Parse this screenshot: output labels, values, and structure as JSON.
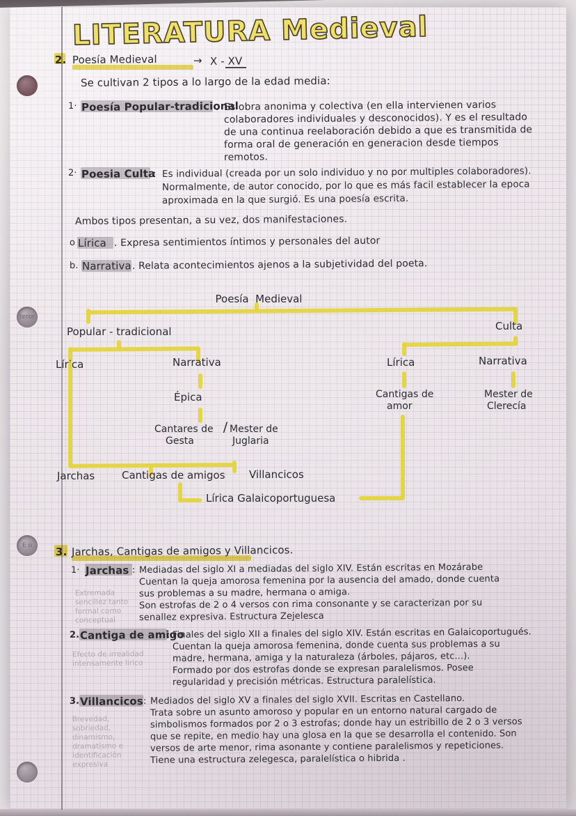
{
  "document": {
    "title": "LITERATURA Medieval",
    "title_part1": "L",
    "title_part1_rest": "ITERATURA",
    "title_part2": "M",
    "title_part2_rest": "edieval",
    "language": "Spanish",
    "paper": "grid / graph notebook page",
    "accent_highlighter": "#eada4a",
    "accent_gray_highlighter": "#a9a3a9",
    "ink_color": "#2c2b31"
  },
  "section2": {
    "number": "2.",
    "heading": "Poesía Medieval",
    "arrow": "→",
    "centuries": "X - XV",
    "intro": "Se cultivan 2 tipos a lo largo de la edad media:",
    "items": [
      {
        "marker": "1·",
        "term": "Poesía Popular-tradicional",
        "separator": ".",
        "lines": [
          "Es obra anonima y colectiva (en ella intervienen varios",
          "colaboradores individuales y desconocidos). Y es el resultado",
          "de una continua reelaboración debido a que es transmitida de",
          "forma oral de generación en generacion desde tiempos",
          "remotos."
        ]
      },
      {
        "marker": "2·",
        "term": "Poesia Culta",
        "separator": ":",
        "lines": [
          "Es individual (creada por un solo individuo y no por multiples colaboradores).",
          "Normalmente, de autor conocido, por lo que es más facil establecer la epoca",
          "aproximada en la que surgió. Es una poesía escrita."
        ]
      }
    ],
    "both_types_note": "Ambos tipos presentan, a su vez, dos manifestaciones.",
    "manifestations": [
      {
        "marker": "o",
        "term": "Lírica",
        "text": ". Expresa sentimientos íntimos y personales del autor"
      },
      {
        "marker": "b.",
        "term": "Narrativa",
        "text": ". Relata acontecimientos ajenos a la subjetividad del poeta."
      }
    ]
  },
  "diagram": {
    "root": "Poesía  Medieval",
    "nodes": {
      "popular": "Popular - tradicional",
      "culta": "Culta",
      "lirica_popular": "Lírica",
      "narrativa_popular": "Narrativa",
      "epica": "Épica",
      "cantares": "Cantares de /Mester de\n  Gesta      /  Juglaria",
      "cantares_left": "Cantares de",
      "cantares_left2": "Gesta",
      "cantares_right": "Mester de",
      "cantares_right2": "Juglaria",
      "jarchas": "Jarchas",
      "cantigas_amigos": "Cantigas de amigos",
      "villancicos": "Villancicos",
      "lirica_galaico": "Lírica Galaicoportuguesa",
      "lirica_culta": "Lírica",
      "narrativa_culta": "Narrativa",
      "cantigas_amor": "Cantigas de",
      "cantigas_amor2": "amor",
      "mester_clerecia": "Mester de",
      "mester_clerecia2": "Clerecía"
    }
  },
  "section3": {
    "number": "3.",
    "heading": "Jarchas, Cantigas de amigos y Villancicos.",
    "entries": [
      {
        "marker": "1·",
        "term": "Jarchas",
        "separator": ":",
        "lines": [
          "Mediadas del siglo XI a mediadas del siglo XIV. Están escritas en Mozárabe",
          "Cuentan la queja amorosa femenina por la ausencia del amado, donde cuenta",
          "sus problemas a su madre, hermana o amiga.",
          "Son estrofas de 2 o 4 versos con rima consonante y se caracterizan por su",
          "senallez expresiva. Estructura Zejelesca"
        ],
        "margin_note": "Extremada\nsencillez tanto\nformal como\nconceptual"
      },
      {
        "marker": "2.",
        "term": "Cantiga de amigo",
        "separator": ":",
        "lines": [
          "Finales del siglo XII a finales del siglo XIV. Están escritas en Galaicoportugués.",
          "Cuentan la queja amorosa femenina, donde cuenta sus problemas a su",
          "madre, hermana, amiga y la naturaleza (árboles, pájaros, etc...).",
          "Formado por dos estrofas donde se expresan paralelismos. Posee",
          "regularidad y precisión métricas. Estructura paralelística."
        ],
        "margin_note": "Efecto de irrealidad\nintensamente lirico"
      },
      {
        "marker": "3.",
        "term": "Villancicos",
        "separator": ":",
        "lines": [
          "Mediados del siglo XV a finales del siglo XVII. Escritas en Castellano.",
          "Trata sobre un asunto amoroso y popular en un entorno natural cargado de",
          "simbolismos formados por 2 o 3 estrofas; donde hay un estribillo de 2 o 3 versos",
          "que se repite, en medio hay una glosa en la que se desarrolla el contenido. Son",
          "versos de arte menor, rima asonante y contiene paralelismos y repeticiones.",
          "Tiene una estructura zelegesca, paralelística o hibrida ."
        ],
        "margin_note": "Brevedad,\nsobriedad,\ndinamismo,\ndramatismo e\nidentificación\nexpresiva"
      }
    ]
  },
  "binder_holes": {
    "count": 4,
    "labels": [
      "",
      "teror",
      "E o",
      ""
    ]
  }
}
